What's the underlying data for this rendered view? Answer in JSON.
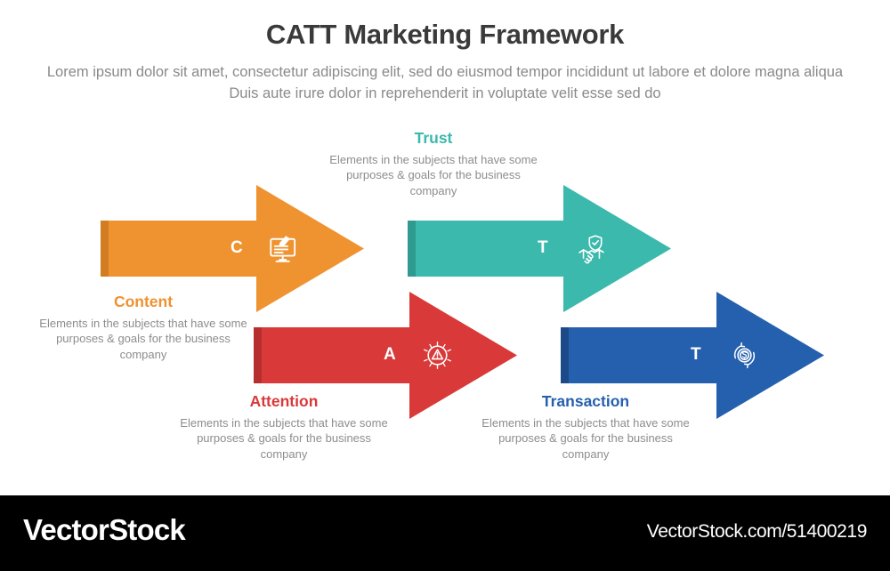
{
  "header": {
    "title": "CATT Marketing Framework",
    "subtitle": "Lorem ipsum dolor sit amet, consectetur adipiscing elit, sed do eiusmod tempor incididunt ut labore et dolore magna aliqua Duis aute irure dolor in reprehenderit in voluptate velit esse sed do"
  },
  "colors": {
    "content": "#EF9230",
    "content_dark": "#D27D22",
    "attention": "#D93939",
    "attention_dark": "#B62E2E",
    "trust": "#3BB9AC",
    "trust_dark": "#2F9B90",
    "transaction": "#2560AE",
    "transaction_dark": "#1C4A88",
    "title_text": "#3a3a3a",
    "body_text": "#8a8a8a",
    "footer_bg": "#000000"
  },
  "steps": [
    {
      "key": "content",
      "letter": "C",
      "title": "Content",
      "desc": "Elements in the subjects that have  some purposes & goals for the  business company",
      "color": "#EF9230",
      "color_dark": "#D27D22",
      "icon": "monitor-pen-icon"
    },
    {
      "key": "attention",
      "letter": "A",
      "title": "Attention",
      "desc": "Elements in the subjects that have  some purposes & goals for the  business company",
      "color": "#D93939",
      "color_dark": "#B62E2E",
      "icon": "warning-beacon-icon"
    },
    {
      "key": "trust",
      "letter": "T",
      "title": "Trust",
      "desc": "Elements in the subjects that have  some purposes & goals for the  business company",
      "color": "#3BB9AC",
      "color_dark": "#2F9B90",
      "icon": "handshake-shield-icon"
    },
    {
      "key": "transaction",
      "letter": "T",
      "title": "Transaction",
      "desc": "Elements in the subjects that have  some purposes & goals for the  business company",
      "color": "#2560AE",
      "color_dark": "#1C4A88",
      "icon": "money-cycle-icon"
    }
  ],
  "footer": {
    "brand": "VectorStock",
    "url": "VectorStock.com/51400219"
  }
}
